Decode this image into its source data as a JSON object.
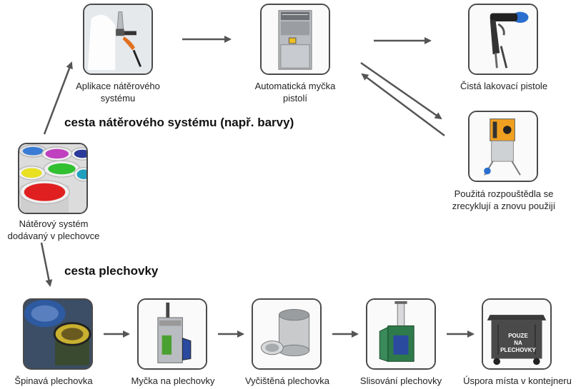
{
  "headings": {
    "paint_path": "cesta nátěrového systému (např. barvy)",
    "can_path": "cesta plechovky"
  },
  "nodes": {
    "paint_system": "Nátěrový systém\ndodávaný v plechovce",
    "application": "Aplikace nátěrového\nsystému",
    "gun_washer": "Automatická myčka\npistolí",
    "clean_gun": "Čistá lakovací pistole",
    "solvent_recycle": "Použitá rozpouštědla se\nzrecyklují a znovu použijí",
    "dirty_can": "Špinavá plechovka",
    "can_washer": "Myčka na plechovky",
    "clean_can": "Vyčištěná plechovka",
    "can_compaction": "Slisování plechovky",
    "container_saving": "Úspora místa v kontejneru"
  },
  "container_lid_text": "POUZE\nNA PLECHOVKY",
  "colors": {
    "card_border": "#4a4a4a",
    "arrow": "#555555",
    "washer_body": "#b9bcc0",
    "recycler_orange": "#f0a020",
    "compactor_green": "#2f7a4a"
  }
}
